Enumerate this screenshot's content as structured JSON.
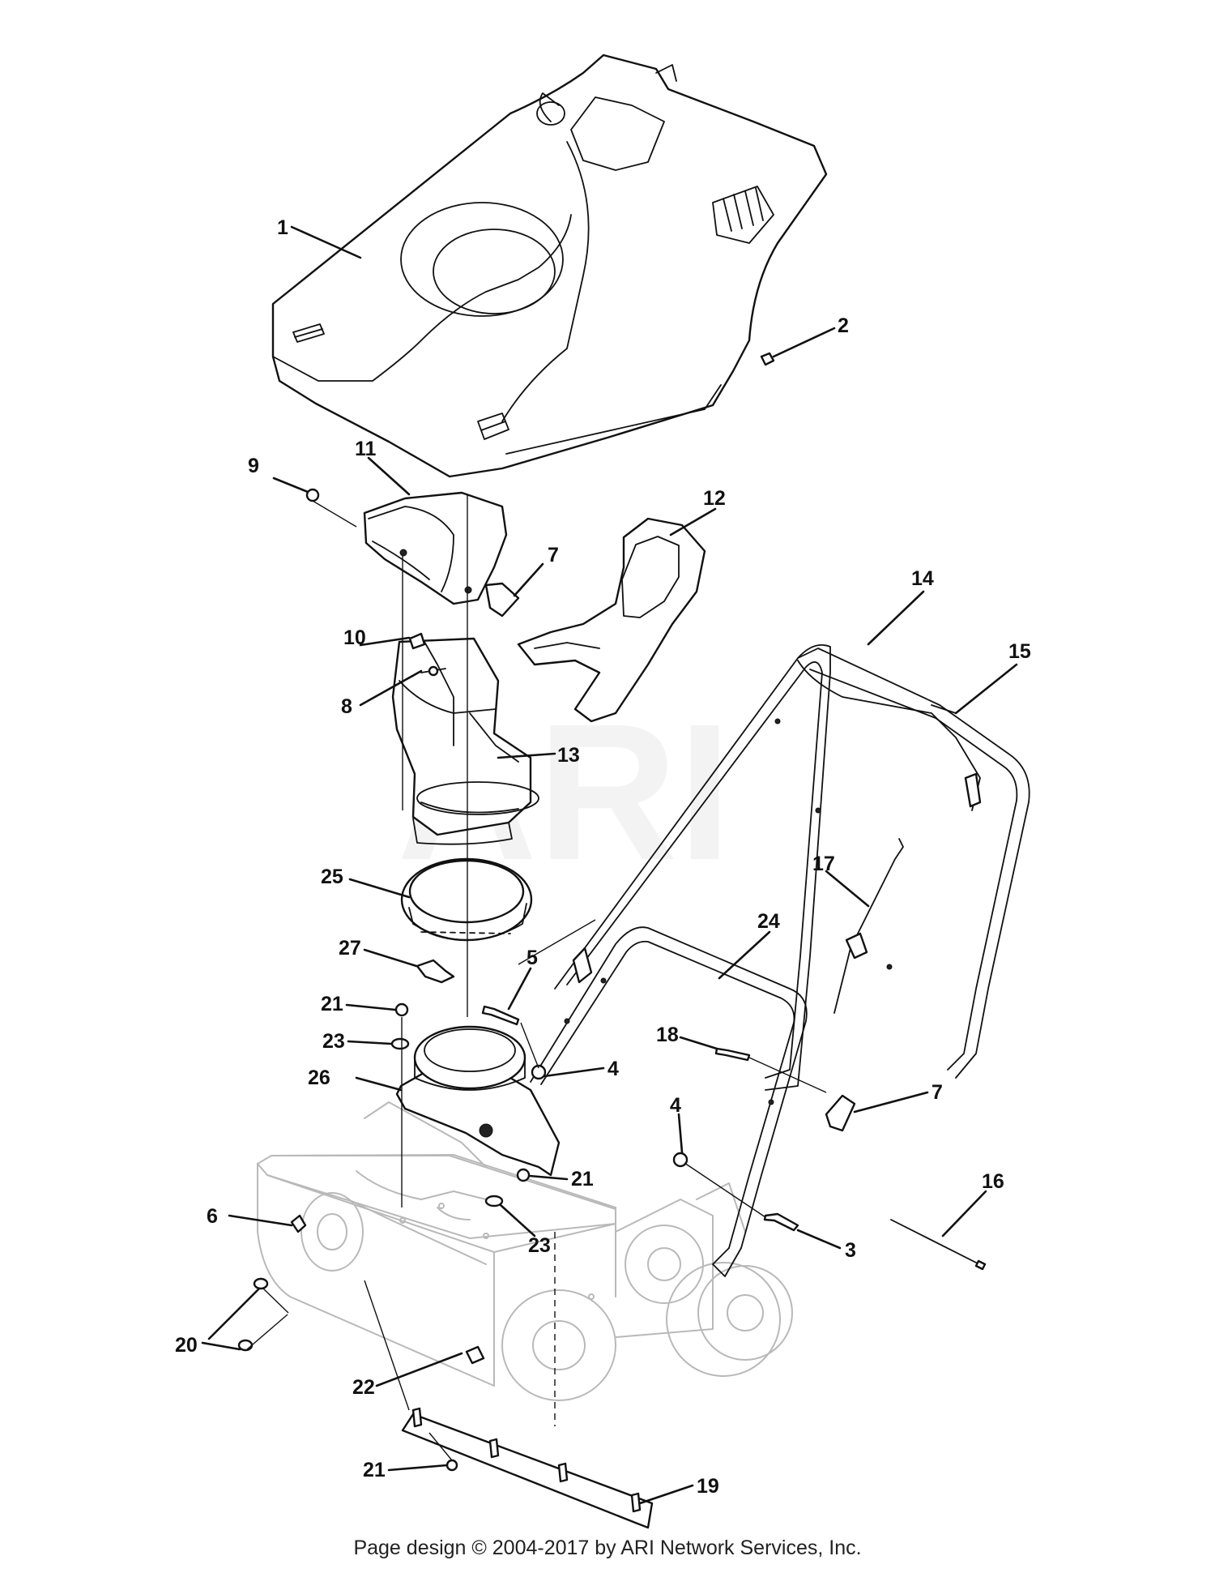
{
  "watermark": "ARI",
  "footer": "Page design © 2004-2017 by ARI Network Services, Inc.",
  "callouts": {
    "c1": "1",
    "c2": "2",
    "c3": "3",
    "c4a": "4",
    "c4b": "4",
    "c5": "5",
    "c6": "6",
    "c7a": "7",
    "c7b": "7",
    "c8": "8",
    "c9": "9",
    "c10": "10",
    "c11": "11",
    "c12": "12",
    "c13": "13",
    "c14": "14",
    "c15": "15",
    "c16": "16",
    "c17": "17",
    "c18": "18",
    "c19": "19",
    "c20": "20",
    "c21a": "21",
    "c21b": "21",
    "c21c": "21",
    "c22": "22",
    "c23a": "23",
    "c23b": "23",
    "c24": "24",
    "c25": "25",
    "c26": "26",
    "c27": "27"
  }
}
